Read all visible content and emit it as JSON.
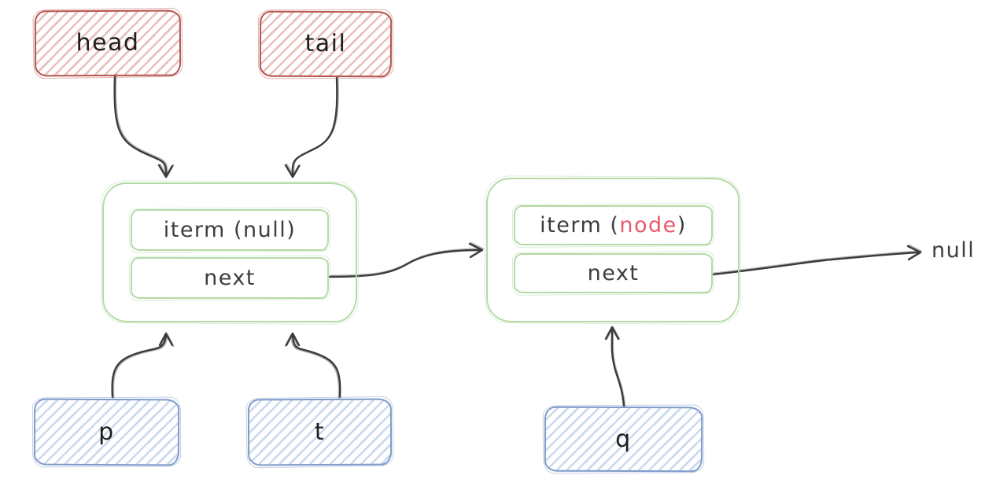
{
  "diagram": {
    "pointers": {
      "head": "head",
      "tail": "tail",
      "p": "p",
      "t": "t",
      "q": "q"
    },
    "nodes": [
      {
        "item_prefix": "iterm (",
        "item_value": "null",
        "item_suffix": ")",
        "item_value_style": "color:#3d3d3d",
        "next_label": "next"
      },
      {
        "item_prefix": "iterm (",
        "item_value": "node",
        "item_suffix": ")",
        "item_value_style": "color:#e8596a",
        "next_label": "next"
      }
    ],
    "null_label": "null",
    "colors": {
      "pointer_stroke": "#b5544d",
      "variable_stroke": "#7e9ac9",
      "node_stroke": "#b6daa6",
      "arrow_stroke": "#3b3b3b",
      "item_value_highlight": "#e8596a"
    }
  }
}
